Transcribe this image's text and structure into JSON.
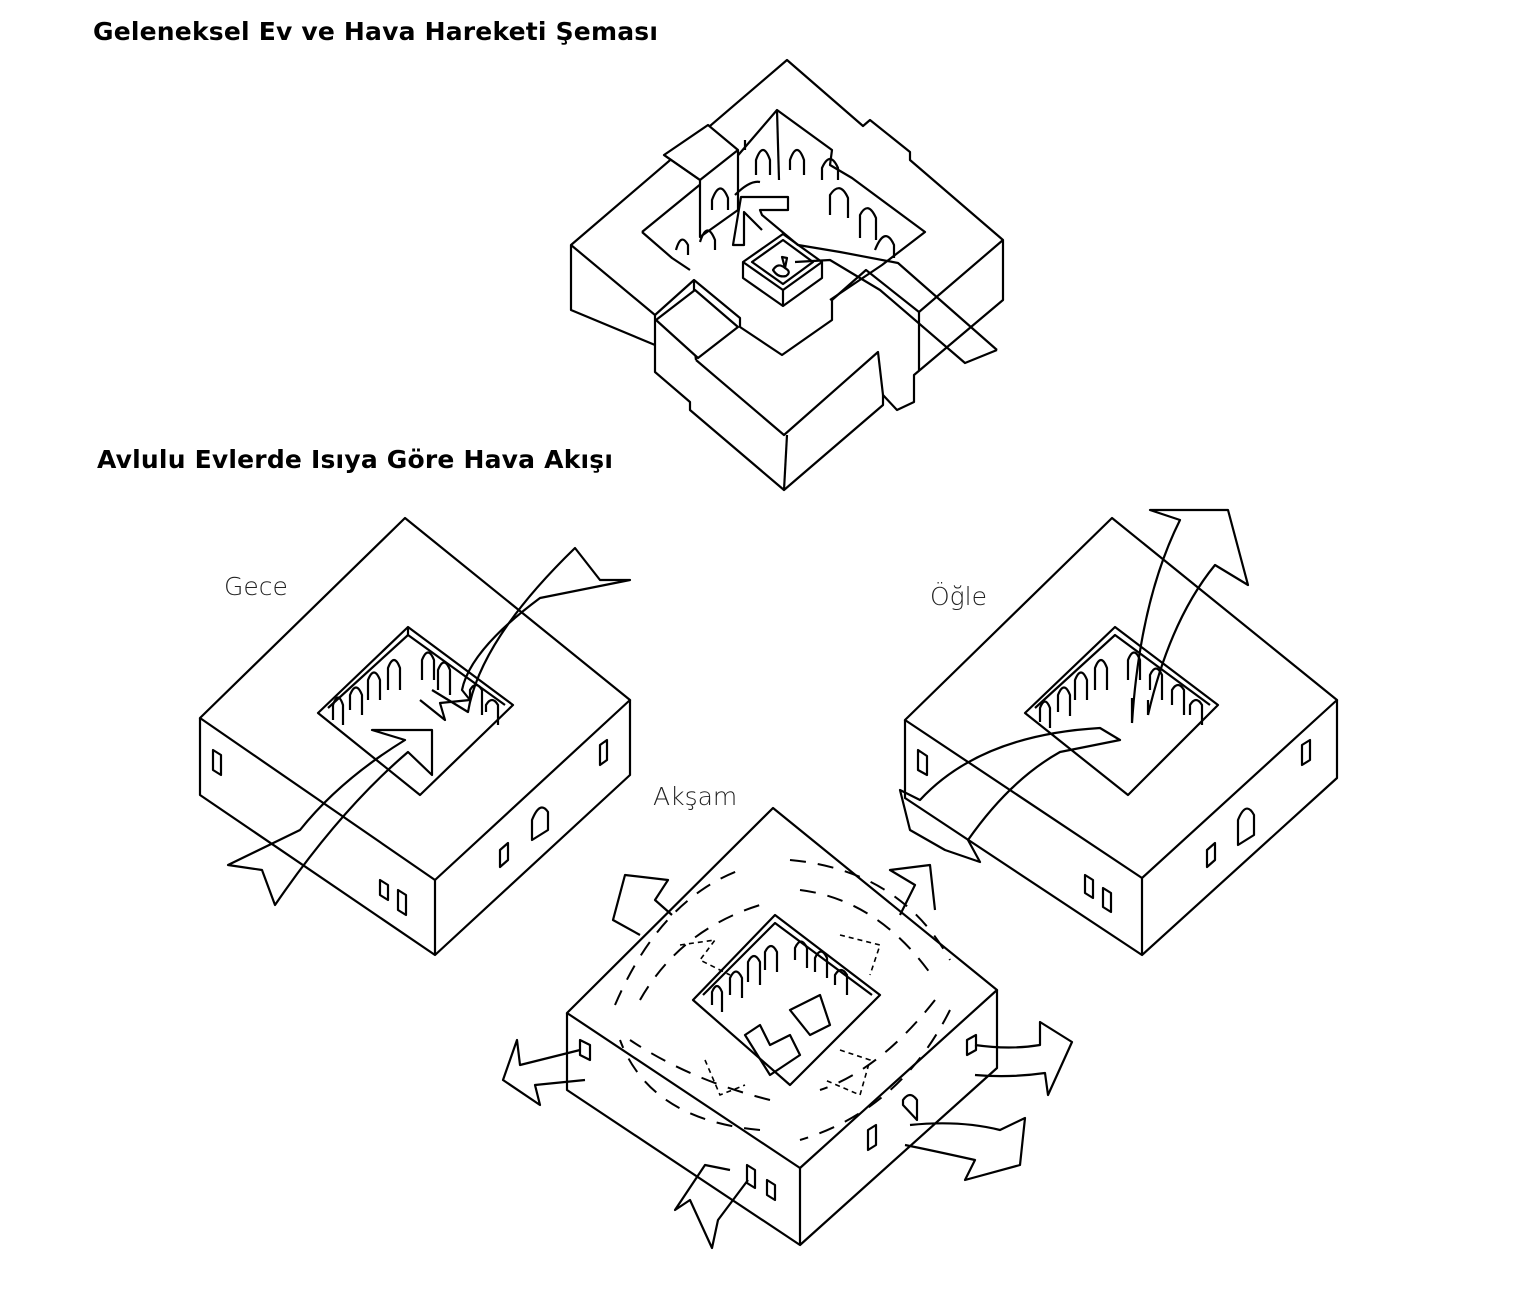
{
  "titles": {
    "top": "Geleneksel Ev ve Hava Hareketi Şeması",
    "bottom": "Avlulu Evlerde Isıya Göre Hava Akışı"
  },
  "labels": {
    "night": "Gece",
    "noon": "Öğle",
    "evening": "Akşam"
  },
  "colors": {
    "line": "#000000",
    "background": "#ffffff"
  }
}
